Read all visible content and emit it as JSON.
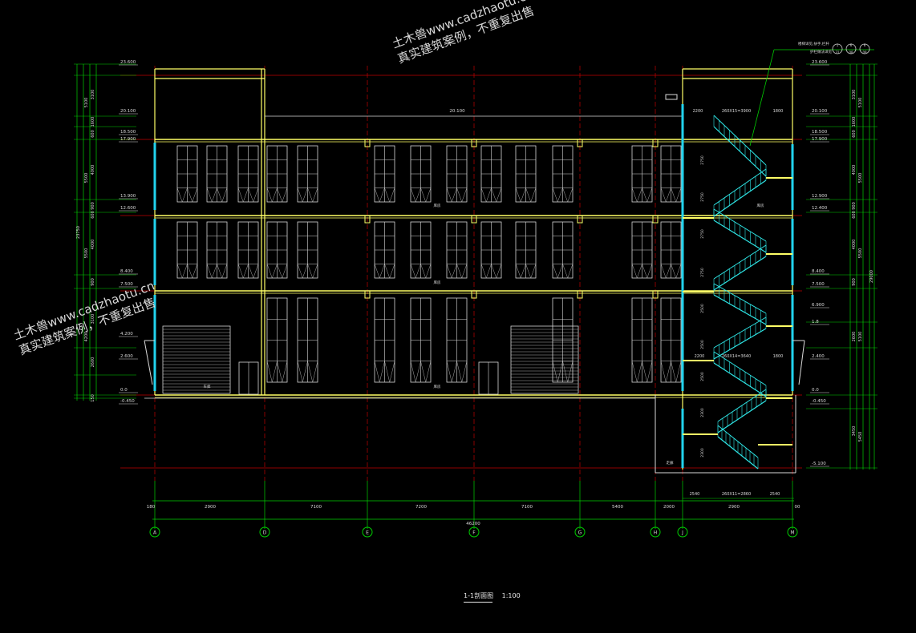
{
  "drawing": {
    "title": "1-1剖面图",
    "scale": "1:100",
    "colors": {
      "background": "#000000",
      "structure": "#ffff66",
      "glazing": "#22d3ee",
      "stair": "#2ee6e6",
      "grid": "#00d000",
      "axis": "#c00000",
      "lines": "#d8d8d8"
    },
    "watermark": {
      "line1": "土木兽www.cadzhaotu.cn",
      "line2": "真实建筑案例，不重复出售"
    },
    "axes": [
      "A",
      "D",
      "E",
      "F",
      "G",
      "H",
      "J",
      "M"
    ],
    "bottom_dims": [
      "180",
      "2900",
      "7100",
      "7200",
      "7100",
      "5400",
      "2000",
      "2900",
      "00"
    ],
    "total_dim": "46200",
    "stair_dims_top": [
      "2200",
      "260X15=3900",
      "1800"
    ],
    "stair_dims_mid": [
      "2200",
      "260X14=3640",
      "1800"
    ],
    "stair_dims_bottom": [
      "2540",
      "260X11=2860",
      "2540"
    ],
    "stair_note": "楼梯详见,扶手,栏杆",
    "stair_note2": "护栏做法详见",
    "stair_refs": [
      "1",
      "6",
      "6",
      "31",
      "08",
      "09"
    ],
    "left_levels": [
      "23.600",
      "20.100",
      "18.500",
      "17.900",
      "13.900",
      "12.600",
      "8.400",
      "7.500",
      "4.200",
      "2.600",
      "0.0",
      "-0.450"
    ],
    "right_levels": [
      "23.600",
      "20.100",
      "18.500",
      "17.900",
      "12.900",
      "12.400",
      "8.400",
      "7.500",
      "6.900",
      "1.8",
      "2.400",
      "0.0",
      "-0.450",
      "-5.100"
    ],
    "left_dims_inner": [
      "3100",
      "1600",
      "600",
      "4000",
      "900",
      "600",
      "4000",
      "900",
      "3100",
      "2600",
      "150"
    ],
    "left_dims_outer": [
      "5100",
      "5500",
      "5500",
      "4200"
    ],
    "left_total": "23750",
    "right_dims_inner": [
      "3100",
      "1600",
      "600",
      "4000",
      "900",
      "600",
      "4000",
      "900",
      "2600",
      "3450"
    ],
    "right_dims_outer": [
      "5100",
      "5500",
      "5500",
      "5100",
      "5450"
    ],
    "right_total": "29000",
    "stair_flights": [
      "2750",
      "2750",
      "2750",
      "2750",
      "2500",
      "2500",
      "2500",
      "2300",
      "2300"
    ],
    "parapet_level": "20.100",
    "room_labels": [
      "库房",
      "库房",
      "库房",
      "车库",
      "库房"
    ],
    "room_label_small": "走廊"
  }
}
